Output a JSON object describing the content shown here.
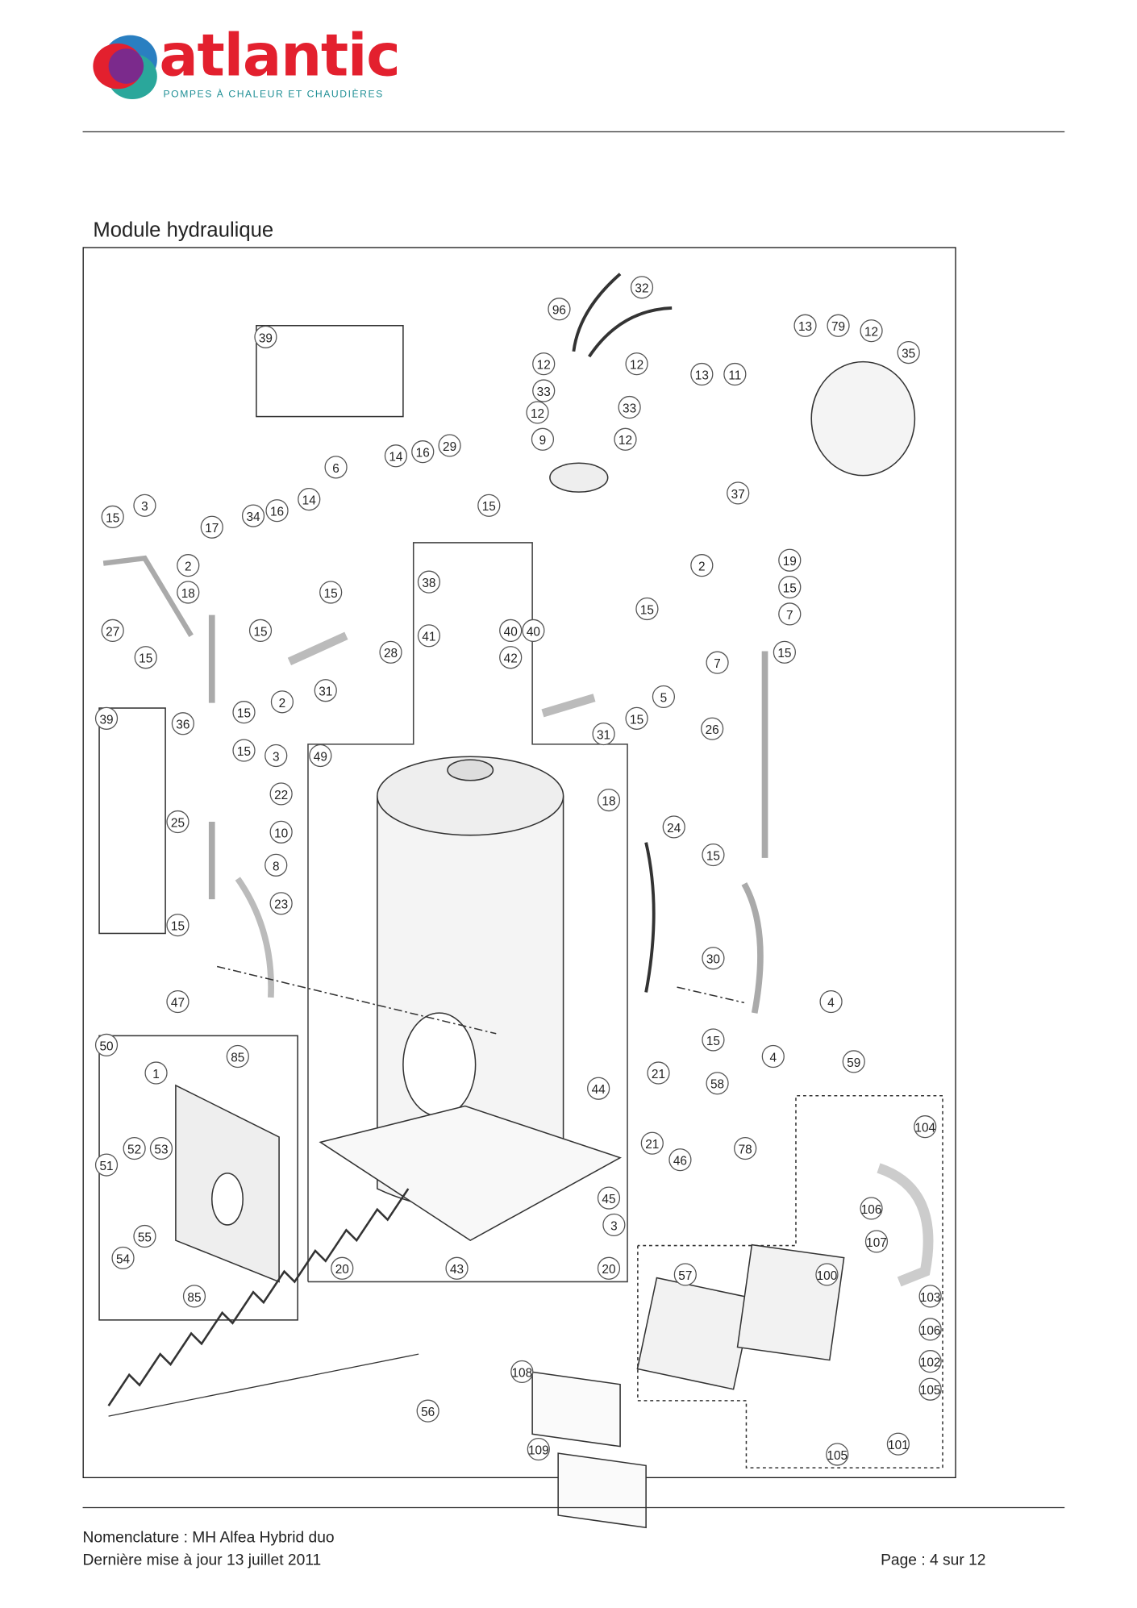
{
  "header": {
    "brand": "atlantic",
    "tagline": "POMPES À CHALEUR ET CHAUDIÈRES",
    "brand_colors": {
      "red": "#e3202e",
      "blue": "#2a7fc1",
      "purple": "#7b2a8c",
      "teal": "#2aa79b"
    }
  },
  "section_title": "Module hydraulique",
  "callouts": [
    "32",
    "96",
    "39",
    "13",
    "79",
    "12",
    "35",
    "12",
    "12",
    "13",
    "11",
    "33",
    "33",
    "12",
    "12",
    "9",
    "29",
    "16",
    "14",
    "6",
    "15",
    "37",
    "3",
    "15",
    "14",
    "16",
    "34",
    "17",
    "2",
    "18",
    "15",
    "38",
    "2",
    "19",
    "15",
    "15",
    "7",
    "27",
    "15",
    "41",
    "40",
    "40",
    "28",
    "15",
    "42",
    "7",
    "15",
    "31",
    "2",
    "5",
    "39",
    "36",
    "15",
    "15",
    "31",
    "26",
    "15",
    "3",
    "49",
    "22",
    "18",
    "25",
    "24",
    "10",
    "8",
    "15",
    "23",
    "15",
    "30",
    "4",
    "47",
    "15",
    "50",
    "85",
    "59",
    "4",
    "1",
    "21",
    "58",
    "44",
    "104",
    "52",
    "53",
    "78",
    "21",
    "51",
    "46",
    "45",
    "106",
    "3",
    "55",
    "107",
    "54",
    "20",
    "43",
    "20",
    "57",
    "100",
    "85",
    "103",
    "106",
    "102",
    "108",
    "105",
    "56",
    "101",
    "109",
    "105"
  ],
  "footer": {
    "nomenclature": "Nomenclature : MH Alfea Hybrid duo",
    "updated": "Dernière mise à jour 13 juillet 2011",
    "page": "Page : 4 sur 12"
  }
}
